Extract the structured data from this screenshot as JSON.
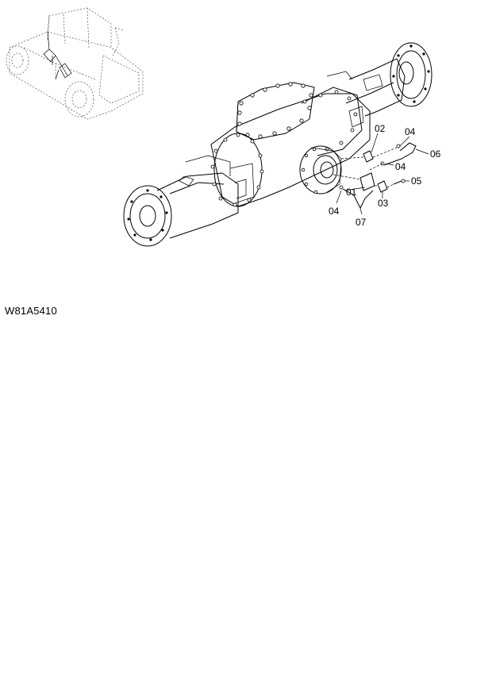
{
  "diagram": {
    "drawing_code": "W81A5410",
    "callouts": [
      "01",
      "02",
      "03",
      "04",
      "04",
      "04",
      "05",
      "06",
      "07"
    ]
  }
}
